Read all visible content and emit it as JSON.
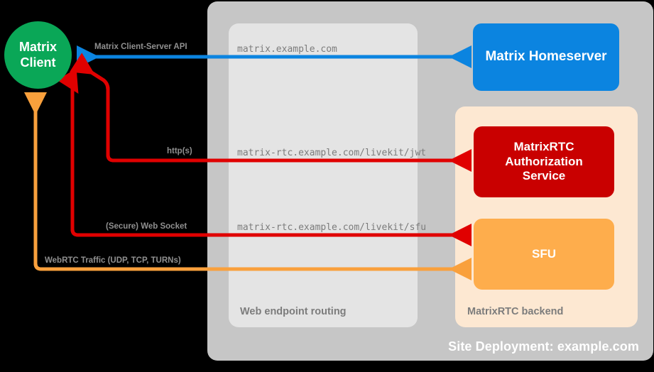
{
  "diagram": {
    "site_deployment_label": "Site Deployment: example.com",
    "web_routing_label": "Web endpoint routing",
    "rtc_backend_label": "MatrixRTC backend",
    "colors": {
      "client_green": "#0aa757",
      "homeserver_blue": "#0b84e0",
      "auth_red": "#c90000",
      "sfu_orange": "#fead4c",
      "site_gray": "#c6c6c6",
      "routing_gray": "#e4e4e4",
      "backend_peach": "#fde8d2",
      "label_gray": "#909090",
      "mono_gray": "#7c7c7c"
    },
    "nodes": {
      "client_line1": "Matrix",
      "client_line2": "Client",
      "homeserver": "Matrix Homeserver",
      "auth_line1": "MatrixRTC",
      "auth_line2": "Authorization",
      "auth_line3": "Service",
      "sfu": "SFU"
    },
    "edges": [
      {
        "id": "cs-api",
        "protocol_label": "Matrix Client-Server API",
        "endpoint_label": "matrix.example.com",
        "color": "#0b84e0"
      },
      {
        "id": "jwt",
        "protocol_label": "http(s)",
        "endpoint_label": "matrix-rtc.example.com/livekit/jwt",
        "color": "#e00000"
      },
      {
        "id": "sfu-ws",
        "protocol_label": "(Secure) Web Socket",
        "endpoint_label": "matrix-rtc.example.com/livekit/sfu",
        "color": "#e00000"
      },
      {
        "id": "webrtc",
        "protocol_label": "WebRTC Traffic (UDP, TCP, TURNs)",
        "endpoint_label": "",
        "color": "#f9a03c"
      }
    ]
  }
}
